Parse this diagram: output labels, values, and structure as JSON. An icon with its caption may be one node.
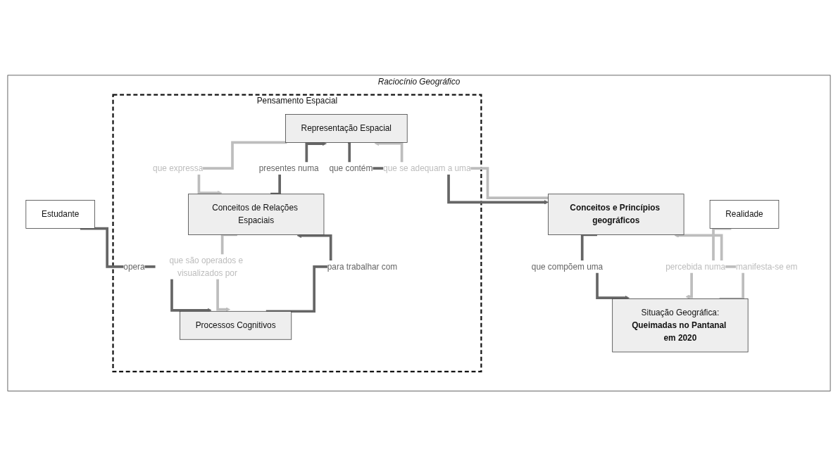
{
  "diagram": {
    "nodes": [
      {
        "text": [
          "Raciocínio Geográfico"
        ]
      },
      {
        "text": [
          "Pensamento Espacial"
        ],
        "in": 0
      },
      {
        "text": [
          "Representação Espacial"
        ],
        "in": 1
      },
      {
        "text": [
          "Conceitos de Relações Espaciais"
        ],
        "in": 1
      },
      {
        "text": [
          "Estudante"
        ],
        "in": 0
      },
      {
        "text": [
          "Processos Cognitivos"
        ],
        "in": 1
      },
      {
        "text": [
          "Conceitos e Princípios geográficos"
        ],
        "in": 0
      },
      {
        "text": [
          "Realidade"
        ],
        "in": 0
      },
      {
        "text": [
          "Situação Geográfica:",
          "Queimadas no Pantanal em 2020"
        ],
        "in": 0
      }
    ],
    "edges": [
      {
        "from": 4,
        "to": 5,
        "arrow": "to",
        "label": "opera"
      },
      {
        "from": 5,
        "to": 3,
        "arrow": "to",
        "label": "para trabalhar com"
      },
      {
        "from": 3,
        "to": 2,
        "arrow": "to",
        "label": "presentes numa"
      },
      {
        "from": 2,
        "to": 3,
        "arrow": "to",
        "label": "que expressa",
        "color": "#bdbdbd"
      },
      {
        "from": 3,
        "to": 5,
        "arrow": "to",
        "label": "que são operados e visualizados por",
        "color": "#bdbdbd"
      },
      {
        "from": 2,
        "to": 6,
        "arrow": "to",
        "label": "que contém"
      },
      {
        "from": 6,
        "to": 2,
        "arrow": "to",
        "label": "que se adequam a uma",
        "color": "#bdbdbd"
      },
      {
        "from": 6,
        "to": 8,
        "arrow": "to",
        "label": "que compõem uma"
      },
      {
        "from": 8,
        "to": 6,
        "arrow": "to",
        "label": "manifesta-se em",
        "color": "#bdbdbd"
      },
      {
        "from": 7,
        "to": 8,
        "arrow": "to",
        "label": "percebida numa",
        "color": "#bdbdbd"
      }
    ]
  }
}
